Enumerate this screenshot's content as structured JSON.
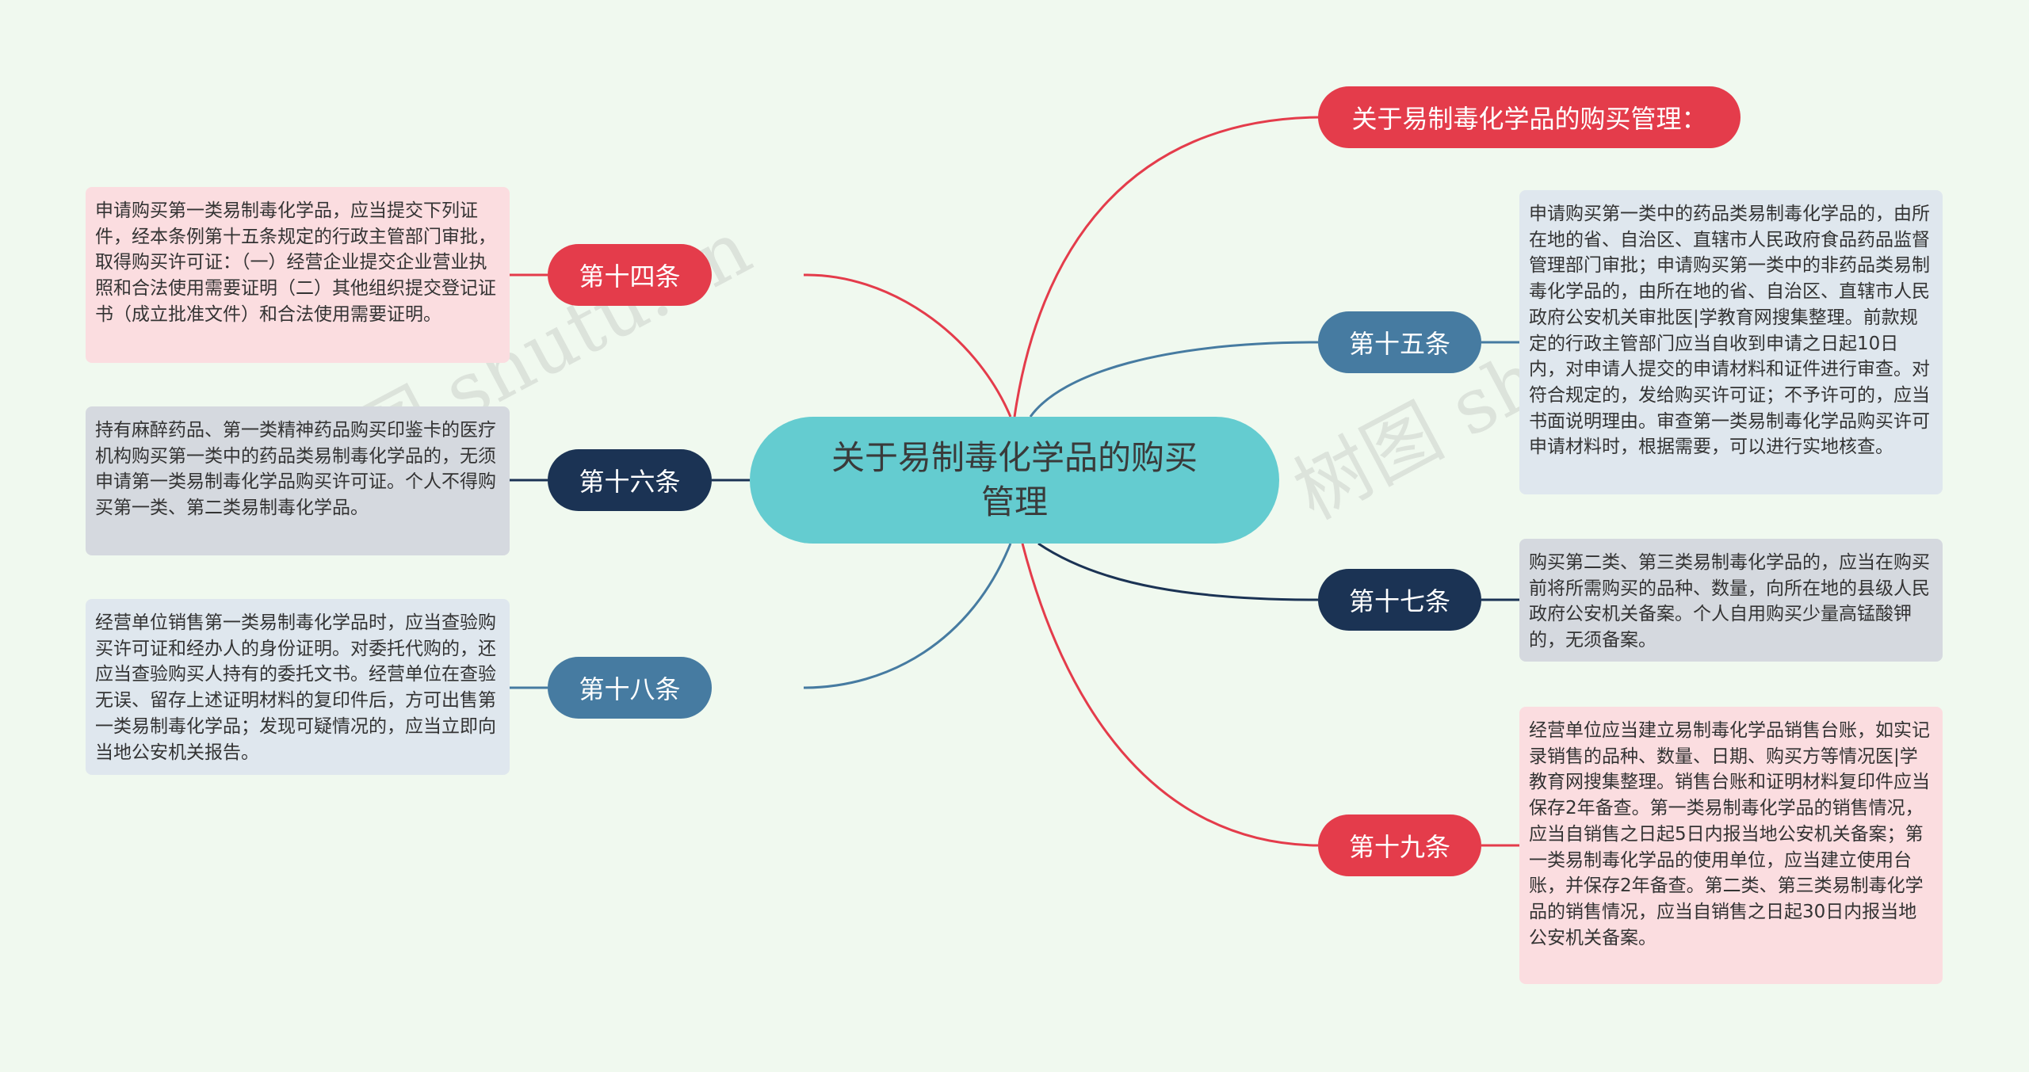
{
  "center": {
    "title": "关于易制毒化学品的购买管理"
  },
  "branches": {
    "header": {
      "label": "关于易制毒化学品的购买管理："
    },
    "art14": {
      "label": "第十四条",
      "note": "申请购买第一类易制毒化学品，应当提交下列证件，经本条例第十五条规定的行政主管部门审批，取得购买许可证：（一）经营企业提交企业营业执照和合法使用需要证明（二）其他组织提交登记证书（成立批准文件）和合法使用需要证明。"
    },
    "art15": {
      "label": "第十五条",
      "note": "申请购买第一类中的药品类易制毒化学品的，由所在地的省、自治区、直辖市人民政府食品药品监督管理部门审批；申请购买第一类中的非药品类易制毒化学品的，由所在地的省、自治区、直辖市人民政府公安机关审批医|学教育网搜集整理。前款规定的行政主管部门应当自收到申请之日起10日内，对申请人提交的申请材料和证件进行审查。对符合规定的，发给购买许可证；不予许可的，应当书面说明理由。审查第一类易制毒化学品购买许可申请材料时，根据需要，可以进行实地核查。"
    },
    "art16": {
      "label": "第十六条",
      "note": "持有麻醉药品、第一类精神药品购买印鉴卡的医疗机构购买第一类中的药品类易制毒化学品的，无须申请第一类易制毒化学品购买许可证。个人不得购买第一类、第二类易制毒化学品。"
    },
    "art17": {
      "label": "第十七条",
      "note": "购买第二类、第三类易制毒化学品的，应当在购买前将所需购买的品种、数量，向所在地的县级人民政府公安机关备案。个人自用购买少量高锰酸钾的，无须备案。"
    },
    "art18": {
      "label": "第十八条",
      "note": "经营单位销售第一类易制毒化学品时，应当查验购买许可证和经办人的身份证明。对委托代购的，还应当查验购买人持有的委托文书。经营单位在查验无误、留存上述证明材料的复印件后，方可出售第一类易制毒化学品；发现可疑情况的，应当立即向当地公安机关报告。"
    },
    "art19": {
      "label": "第十九条",
      "note": "经营单位应当建立易制毒化学品销售台账，如实记录销售的品种、数量、日期、购买方等情况医|学教育网搜集整理。销售台账和证明材料复印件应当保存2年备查。第一类易制毒化学品的销售情况，应当自销售之日起5日内报当地公安机关备案；第一类易制毒化学品的使用单位，应当建立使用台账，并保存2年备查。第二类、第三类易制毒化学品的销售情况，应当自销售之日起30日内报当地公安机关备案。"
    }
  },
  "colors": {
    "background": "#f0f9ef",
    "center": "#64ccd0",
    "red": "#e43c4b",
    "steel": "#467ba1",
    "navy": "#1b3354",
    "note_pink": "#fbdde0",
    "note_blue": "#dfe7ee",
    "note_gray": "#d5d9df"
  }
}
